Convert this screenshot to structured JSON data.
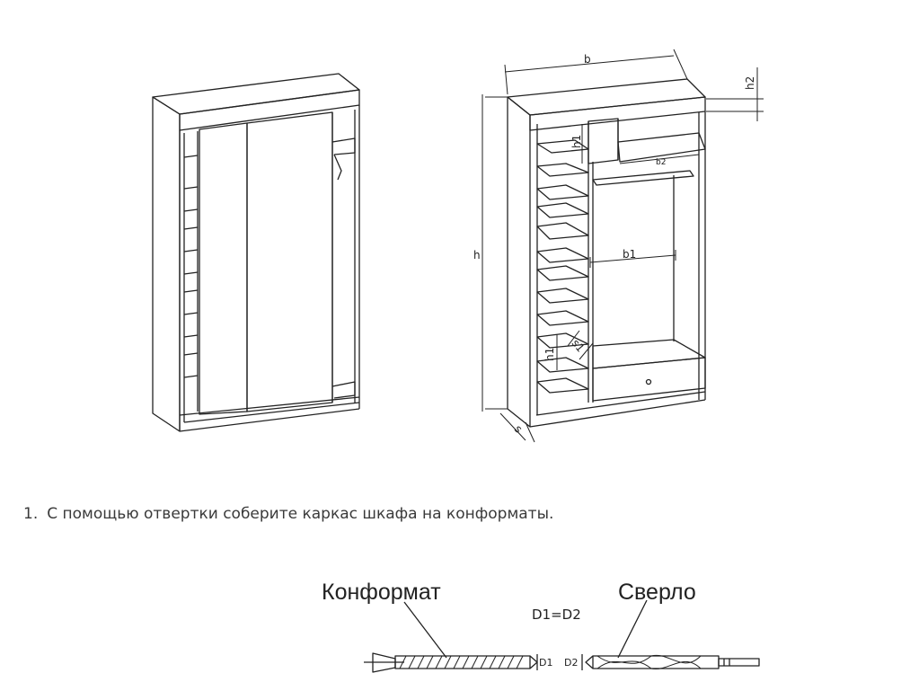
{
  "instruction": {
    "number": "1.",
    "text": "С помощью отвертки соберите каркас шкафа на конформаты."
  },
  "cabinet_labels": {
    "b": "b",
    "h": "h",
    "h1_top": "h1",
    "h1_bottom": "h1",
    "h2": "h2",
    "b1": "b1",
    "b2": "b2",
    "s": "s",
    "s1": "s1"
  },
  "fastener_labels": {
    "konformat": "Конформат",
    "sverlo": "Сверло",
    "equation": "D1=D2",
    "d1": "D1",
    "d2": "D2"
  }
}
